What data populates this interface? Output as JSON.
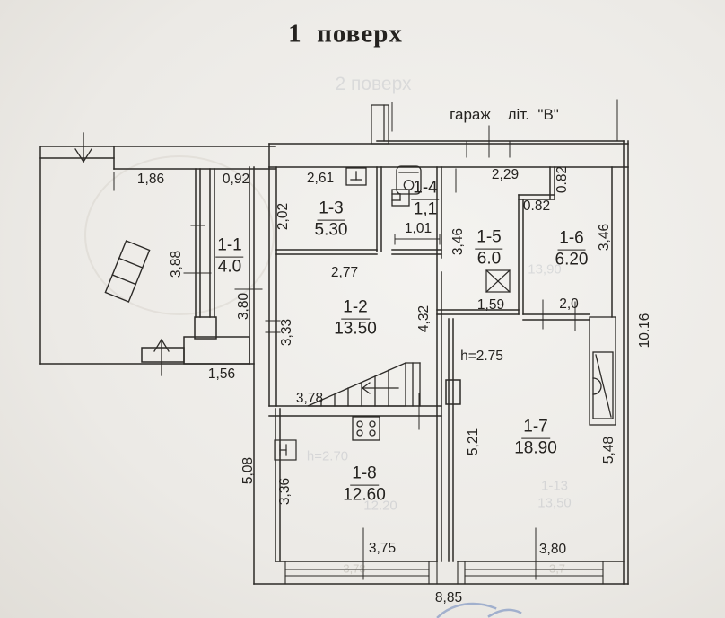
{
  "title": "1  поверх",
  "notes": {
    "garage": "гараж    літ.  \"В\"",
    "height": "h=2.75"
  },
  "rooms": {
    "r11": {
      "id": "1-1",
      "area": "4.0"
    },
    "r12": {
      "id": "1-2",
      "area": "13.50"
    },
    "r13": {
      "id": "1-3",
      "area": "5.30"
    },
    "r14": {
      "id": "1-4",
      "area": "1,1"
    },
    "r15": {
      "id": "1-5",
      "area": "6.0"
    },
    "r16": {
      "id": "1-6",
      "area": "6.20"
    },
    "r17": {
      "id": "1-7",
      "area": "18.90"
    },
    "r18": {
      "id": "1-8",
      "area": "12.60"
    }
  },
  "dims": {
    "d186": "1,86",
    "d092": "0,92",
    "d261": "2,61",
    "d229": "2,29",
    "d202": "2,02",
    "d082v": "0.82",
    "d082h": "0.82",
    "d101": "1,01",
    "d346l": "3,46",
    "d346r": "3,46",
    "d388": "3,88",
    "d277": "2,77",
    "d380": "3,80",
    "d159": "1,59",
    "d20": "2,0",
    "d333": "3,33",
    "d432": "4,32",
    "d156": "1,56",
    "d378": "3,78",
    "d508": "5,08",
    "d336": "3,36",
    "d521": "5,21",
    "d548": "5,48",
    "d1016": "10.16",
    "d375w": "3,75",
    "d380w": "3,80",
    "d885": "8,85"
  },
  "ghosts": {
    "g1": "2 поверх",
    "g2": "13,90",
    "g3": "h=2.70",
    "g4": "12.20",
    "g5": "1-13",
    "g6": "13,50",
    "g7": "3,78",
    "g8": "3,7"
  },
  "colors": {
    "ink": "#2c2a27",
    "paper": "#eeece8",
    "stamp": "#5b79b8"
  }
}
